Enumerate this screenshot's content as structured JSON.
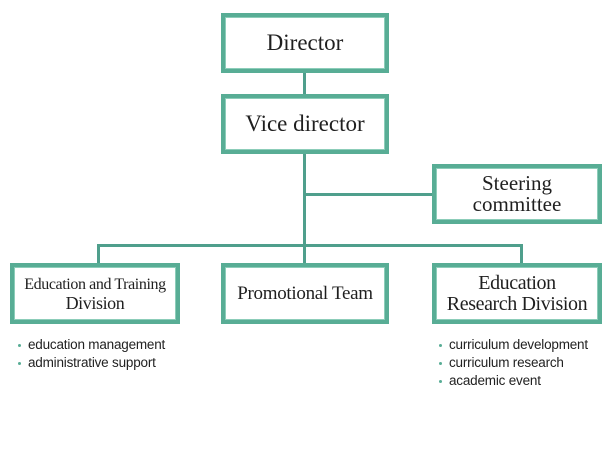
{
  "director": {
    "label": "Director"
  },
  "vice_director": {
    "label": "Vice director"
  },
  "steering_committee": {
    "line1": "Steering",
    "line2": "committee"
  },
  "divisions": [
    {
      "line1": "Education and Training",
      "line2": "Division",
      "items": [
        "education management",
        "administrative support"
      ]
    },
    {
      "line1": "Promotional Team",
      "line2": "",
      "items": []
    },
    {
      "line1": "Education",
      "line2": "Research Division",
      "items": [
        "curriculum development",
        "curriculum research",
        "academic event"
      ]
    }
  ],
  "colors": {
    "border": "#58ad95",
    "connector": "#4f9f8c",
    "bullet": "#58ad95"
  }
}
